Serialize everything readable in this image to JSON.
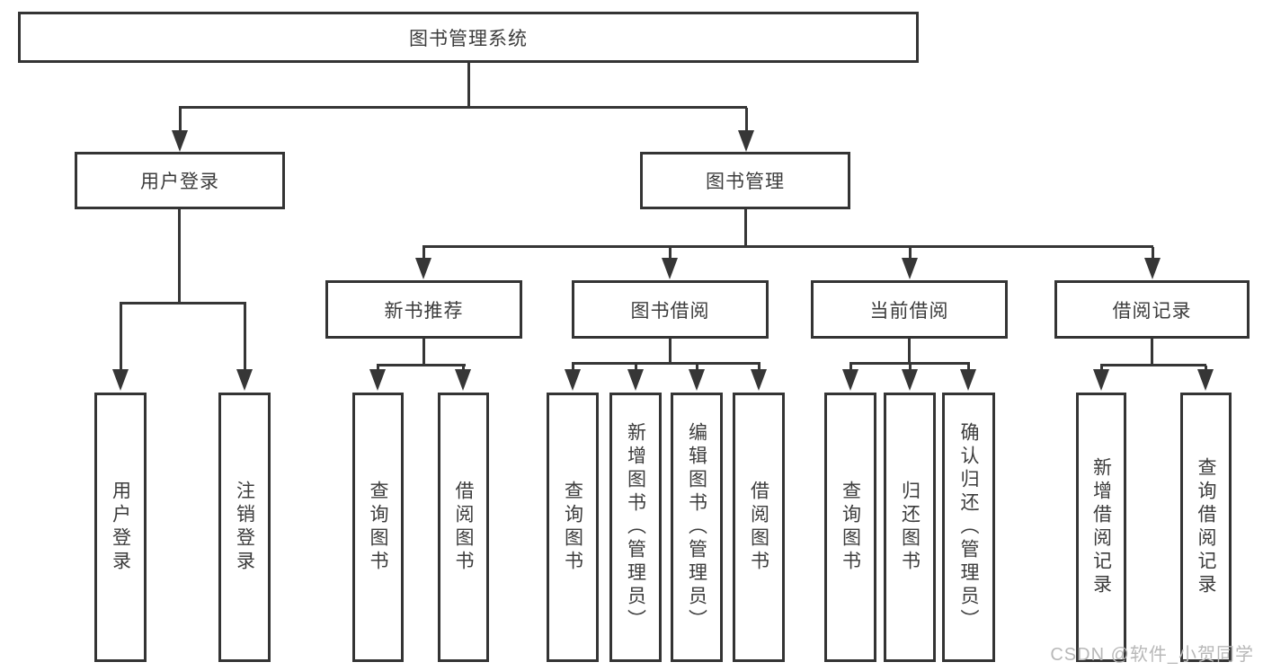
{
  "diagram": {
    "title": "图书管理系统",
    "level2": [
      {
        "id": "user-login",
        "label": "用户登录"
      },
      {
        "id": "book-management",
        "label": "图书管理"
      }
    ],
    "level3": [
      {
        "id": "new-book-recommend",
        "label": "新书推荐",
        "parent": "book-management"
      },
      {
        "id": "book-borrowing",
        "label": "图书借阅",
        "parent": "book-management"
      },
      {
        "id": "current-borrowing",
        "label": "当前借阅",
        "parent": "book-management"
      },
      {
        "id": "borrow-records",
        "label": "借阅记录",
        "parent": "book-management"
      }
    ],
    "leaves": [
      {
        "group": "user-login",
        "label": "用户登录"
      },
      {
        "group": "user-login",
        "label": "注销登录"
      },
      {
        "group": "new-book-recommend",
        "label": "查询图书"
      },
      {
        "group": "new-book-recommend",
        "label": "借阅图书"
      },
      {
        "group": "book-borrowing",
        "label": "查询图书"
      },
      {
        "group": "book-borrowing",
        "label": "新增图书（管理员）"
      },
      {
        "group": "book-borrowing",
        "label": "编辑图书（管理员）"
      },
      {
        "group": "book-borrowing",
        "label": "借阅图书"
      },
      {
        "group": "current-borrowing",
        "label": "查询图书"
      },
      {
        "group": "current-borrowing",
        "label": "归还图书"
      },
      {
        "group": "current-borrowing",
        "label": "确认归还（管理员）"
      },
      {
        "group": "borrow-records",
        "label": "新增借阅记录"
      },
      {
        "group": "borrow-records",
        "label": "查询借阅记录"
      }
    ]
  },
  "watermark": {
    "text": "CSDN @软件_小贺同学",
    "color": "#b8b8b8"
  },
  "colors": {
    "line": "#363636",
    "text": "#3c3c3c",
    "background": "#ffffff"
  }
}
